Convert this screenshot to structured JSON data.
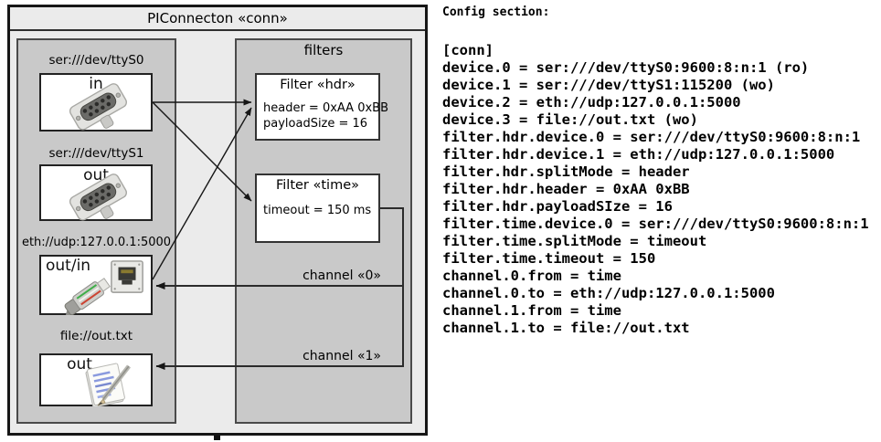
{
  "diagram": {
    "title": "PIConnecton «conn»",
    "devices_panel": {
      "devices": [
        {
          "uri": "ser:///dev/ttyS0",
          "port": "in",
          "icon": "db9-serial-connector"
        },
        {
          "uri": "ser:///dev/ttyS1",
          "port": "out",
          "icon": "db9-serial-connector"
        },
        {
          "uri": "eth://udp:127.0.0.1:5000",
          "port": "out/in",
          "icon": "rj45-jack-and-plug"
        },
        {
          "uri": "file://out.txt",
          "port": "out",
          "icon": "notepad-pencil"
        }
      ]
    },
    "filters_panel": {
      "title": "filters",
      "filters": [
        {
          "title": "Filter «hdr»",
          "lines": [
            "header = 0xAA 0xBB",
            "payloadSize = 16"
          ]
        },
        {
          "title": "Filter «time»",
          "lines": [
            "timeout = 150 ms"
          ]
        }
      ]
    },
    "channels": [
      {
        "label": "channel «0»"
      },
      {
        "label": "channel «1»"
      }
    ],
    "colors": {
      "diagram_bg": "#ebebeb",
      "panel_bg": "#c9c9c9",
      "box_bg": "#ffffff",
      "line": "#1a1a1a"
    }
  },
  "config": {
    "heading": "Config section:",
    "lines": [
      "[conn]",
      "device.0 = ser:///dev/ttyS0:9600:8:n:1 (ro)",
      "device.1 = ser:///dev/ttyS1:115200 (wo)",
      "device.2 = eth://udp:127.0.0.1:5000",
      "device.3 = file://out.txt (wo)",
      "filter.hdr.device.0 = ser:///dev/ttyS0:9600:8:n:1",
      "filter.hdr.device.1 = eth://udp:127.0.0.1:5000",
      "filter.hdr.splitMode = header",
      "filter.hdr.header = 0xAA 0xBB",
      "filter.hdr.payloadSIze = 16",
      "filter.time.device.0 = ser:///dev/ttyS0:9600:8:n:1",
      "filter.time.splitMode = timeout",
      "filter.time.timeout = 150",
      "channel.0.from = time",
      "channel.0.to = eth://udp:127.0.0.1:5000",
      "channel.1.from = time",
      "channel.1.to = file://out.txt"
    ]
  }
}
